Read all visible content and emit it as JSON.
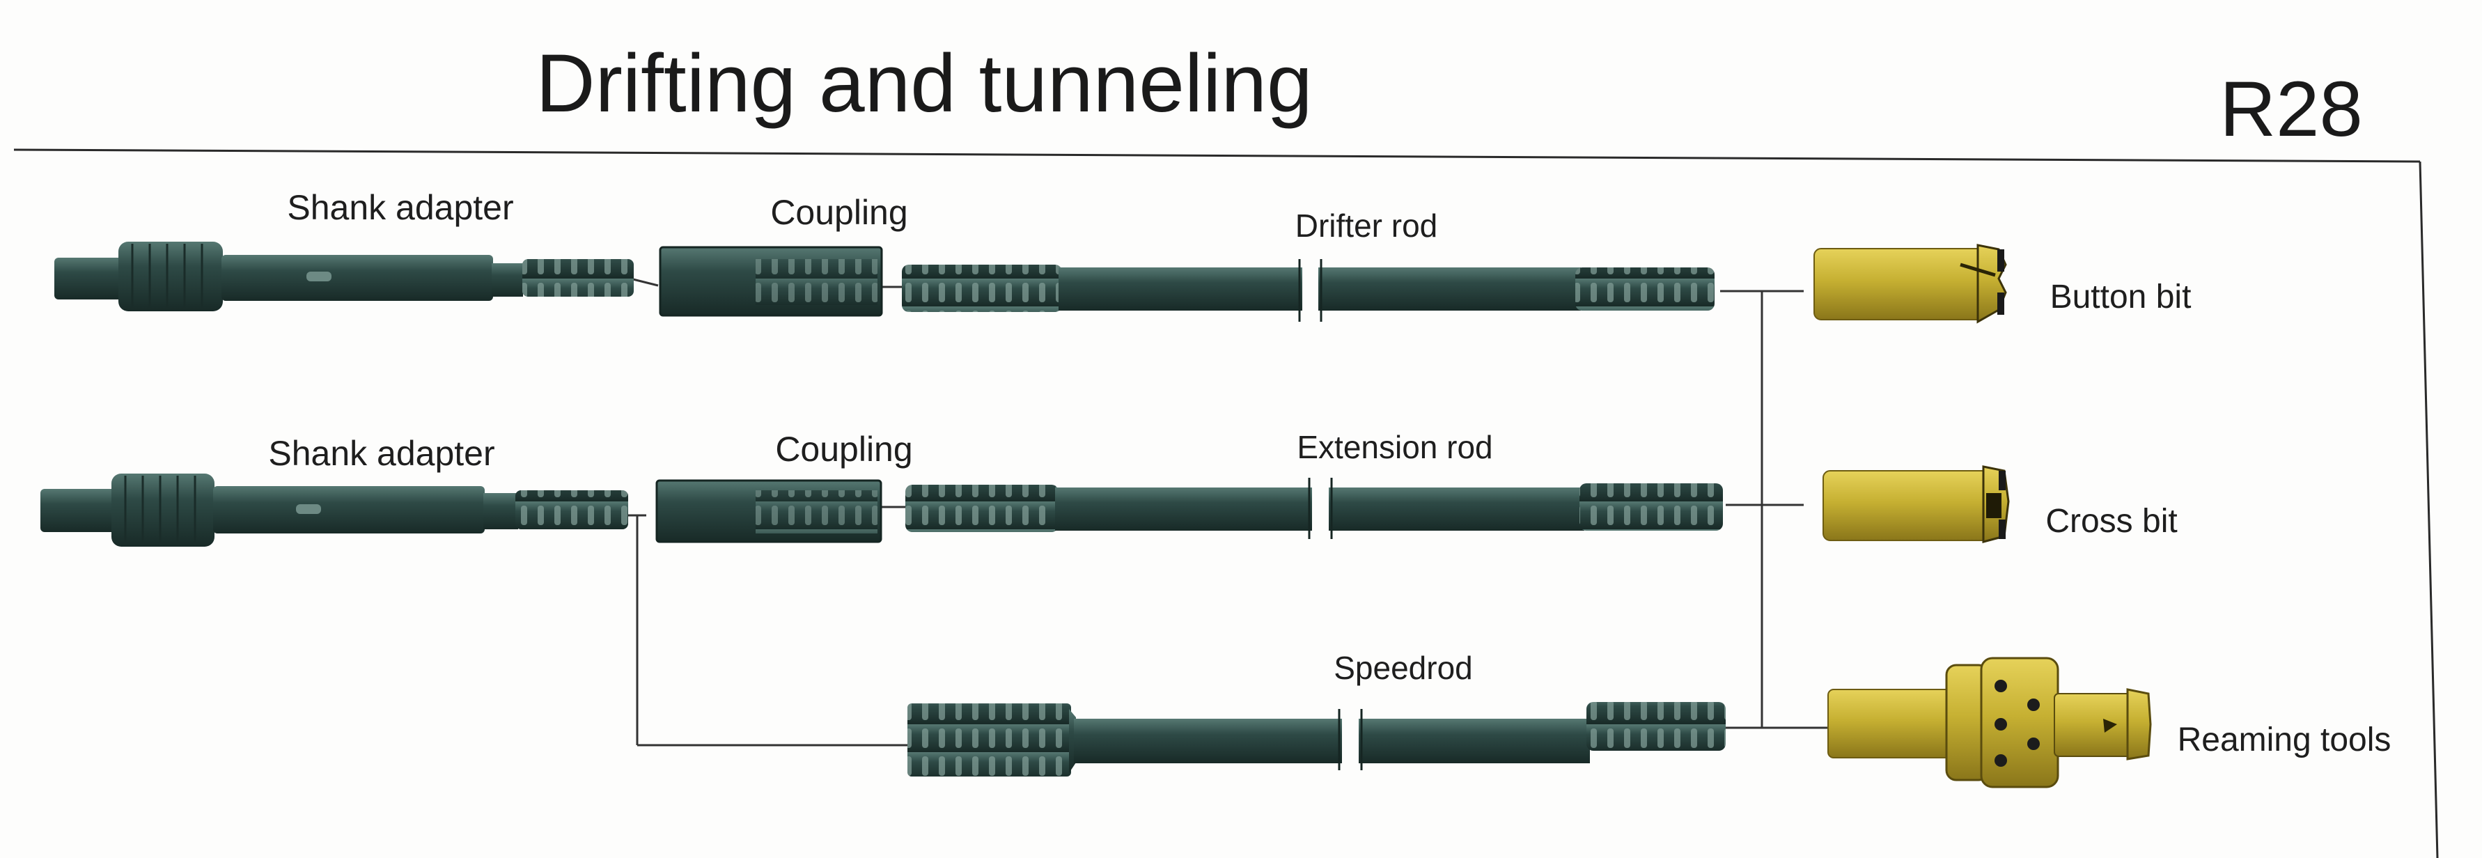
{
  "header": {
    "title": "Drifting and tunneling",
    "code": "R28"
  },
  "labels": {
    "shank_adapter_1": "Shank adapter",
    "coupling_1": "Coupling",
    "drifter_rod": "Drifter rod",
    "shank_adapter_2": "Shank adapter",
    "coupling_2": "Coupling",
    "extension_rod": "Extension rod",
    "speedrod": "Speedrod",
    "button_bit": "Button bit",
    "cross_bit": "Cross bit",
    "reaming_tools": "Reaming tools"
  },
  "colors": {
    "steel": "#2c4743",
    "steel_dark": "#1c302d",
    "steel_light": "#4a6a64",
    "bit": "#c9b435",
    "bit_dark": "#8c7a1c",
    "line": "#333333"
  }
}
